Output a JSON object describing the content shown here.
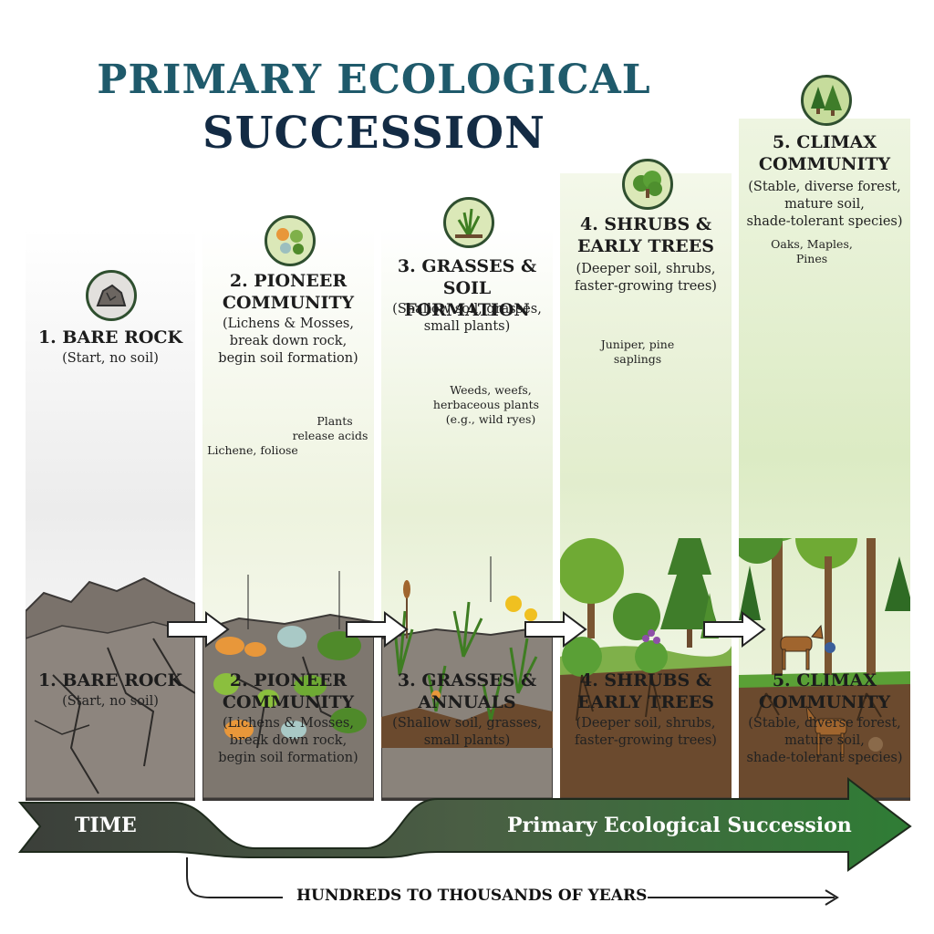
{
  "title_line1": "PRIMARY ECOLOGICAL",
  "title_line2": "SUCCESSION",
  "stages": [
    {
      "top_heading": "1. BARE ROCK",
      "top_desc": "(Start, no soil)",
      "bottom_heading": "1. BARE ROCK",
      "bottom_desc": "(Start, no soil)",
      "icon": "rock-icon"
    },
    {
      "top_heading_l1": "2. PIONEER",
      "top_heading_l2": "COMMUNITY",
      "top_desc_l1": "(Lichens & Mosses,",
      "top_desc_l2": "break down rock,",
      "top_desc_l3": "begin soil formation)",
      "annotations": [
        "Plants",
        "release acids",
        "Lichene, foliose"
      ],
      "bottom_heading_l1": "2. PIONEER",
      "bottom_heading_l2": "COMMUNITY",
      "bottom_desc_l1": "(Lichens & Mosses,",
      "bottom_desc_l2": "break down rock,",
      "bottom_desc_l3": "begin soil formation)",
      "icon": "lichen-icon"
    },
    {
      "top_heading_l1": "3. GRASSES &",
      "top_heading_l2": "SOIL FORMATION",
      "top_desc_l1": "(Shallow soil, grasses,",
      "top_desc_l2": "small plants)",
      "annotations": [
        "Weeds, weefs,",
        "herbaceous plants",
        "(e.g., wild ryes)"
      ],
      "bottom_heading_l1": "3. GRASSES &",
      "bottom_heading_l2": "ANNUALS",
      "bottom_desc_l1": "(Shallow soil, grasses,",
      "bottom_desc_l2": "small plants)",
      "icon": "grass-icon"
    },
    {
      "top_heading_l1": "4. SHRUBS &",
      "top_heading_l2": "EARLY TREES",
      "top_desc_l1": "(Deeper soil, shrubs,",
      "top_desc_l2": "faster-growing trees)",
      "annotations": [
        "Juniper, pine",
        "saplings"
      ],
      "bottom_heading_l1": "4. SHRUBS &",
      "bottom_heading_l2": "EARLY TREES",
      "bottom_desc_l1": "(Deeper soil, shrubs,",
      "bottom_desc_l2": "faster-growing trees)",
      "icon": "shrub-icon"
    },
    {
      "top_heading_l1": "5. CLIMAX",
      "top_heading_l2": "COMMUNITY",
      "top_desc_l1": "(Stable, diverse forest,",
      "top_desc_l2": "mature soil,",
      "top_desc_l3": "shade-tolerant species)",
      "annotations": [
        "Oaks, Maples,",
        "Pines"
      ],
      "bottom_heading_l1": "5. CLIMAX",
      "bottom_heading_l2": "COMMUNITY",
      "bottom_desc_l1": "(Stable, diverse forest,",
      "bottom_desc_l2": "mature soil,",
      "bottom_desc_l3": "shade-tolerant species)",
      "icon": "forest-icon"
    }
  ],
  "time_label": "TIME",
  "band_label": "Primary Ecological Succession",
  "duration_label": "HUNDREDS TO THOUSANDS OF YEARS",
  "colors": {
    "title_top": "#1f5a6b",
    "title_bottom": "#132b44",
    "band_start": "#3b3f3a",
    "band_end": "#2f7d35",
    "rock": "#7a726b",
    "soil": "#6b4a2e",
    "leaf": "#4e8f2e"
  }
}
